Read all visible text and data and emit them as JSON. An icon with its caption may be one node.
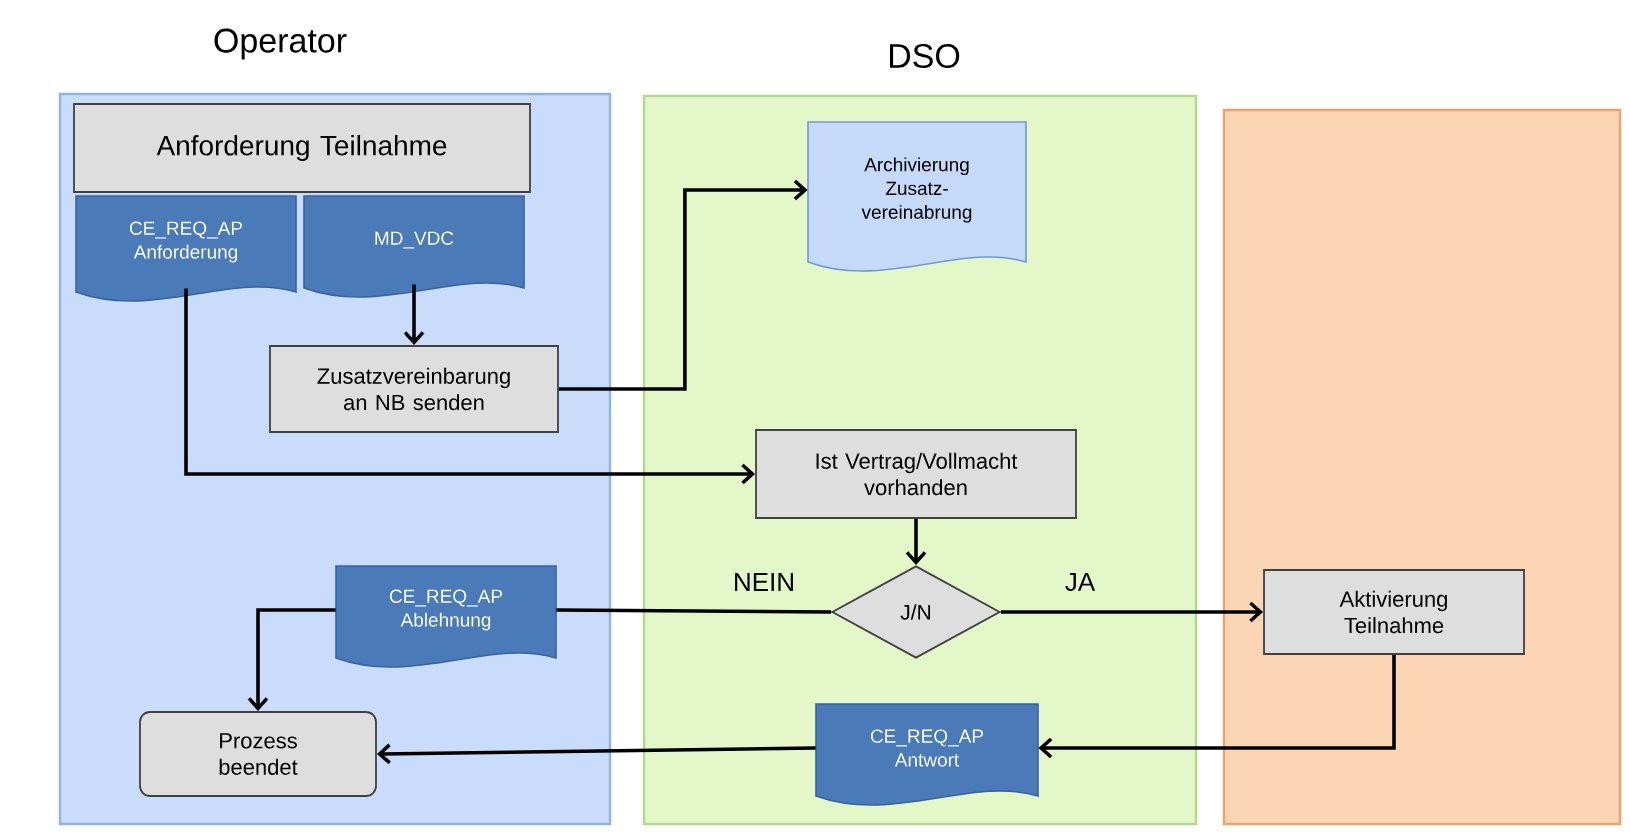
{
  "diagram": {
    "nodes": [
      {
        "text": [
          "Operator"
        ]
      },
      {
        "text": [
          "DSO"
        ]
      },
      {
        "text": [],
        "shape": "box"
      },
      {
        "text": [
          "Anforderung Teilnahme"
        ],
        "in": 0
      },
      {
        "text": [
          "CE_REQ_AP Anforderung"
        ],
        "in": 0
      },
      {
        "text": [
          "MD_VDC"
        ],
        "in": 0
      },
      {
        "text": [
          "Zusatzvereinbarung an NB senden"
        ],
        "in": 0
      },
      {
        "text": [
          "Archivierung Zusatz-vereinabrung"
        ],
        "in": 1
      },
      {
        "text": [
          "Ist Vertrag/Vollmacht vorhanden"
        ],
        "in": 1
      },
      {
        "text": [
          "J/N"
        ],
        "in": 1
      },
      {
        "text": [
          "Aktivierung Teilnahme"
        ],
        "in": 2
      },
      {
        "text": [
          "CE_REQ_AP Ablehnung"
        ],
        "in": 0
      },
      {
        "text": [
          "CE_REQ_AP Antwort"
        ],
        "in": 1
      },
      {
        "text": [
          "Prozess beendet"
        ],
        "in": 0
      }
    ],
    "edges": [
      {
        "from": 4,
        "to": 8,
        "arrow": "to"
      },
      {
        "from": 5,
        "to": 6,
        "arrow": "to"
      },
      {
        "from": 6,
        "to": 7,
        "arrow": "to"
      },
      {
        "from": 8,
        "to": 9,
        "arrow": "to"
      },
      {
        "from": 9,
        "to": 10,
        "label": "JA",
        "arrow": "to"
      },
      {
        "from": 9,
        "to": 11,
        "label": "NEIN",
        "arrow": "none"
      },
      {
        "from": 11,
        "to": 13,
        "arrow": "to"
      },
      {
        "from": 10,
        "to": 12,
        "arrow": "to"
      },
      {
        "from": 12,
        "to": 13,
        "arrow": "to"
      }
    ]
  }
}
